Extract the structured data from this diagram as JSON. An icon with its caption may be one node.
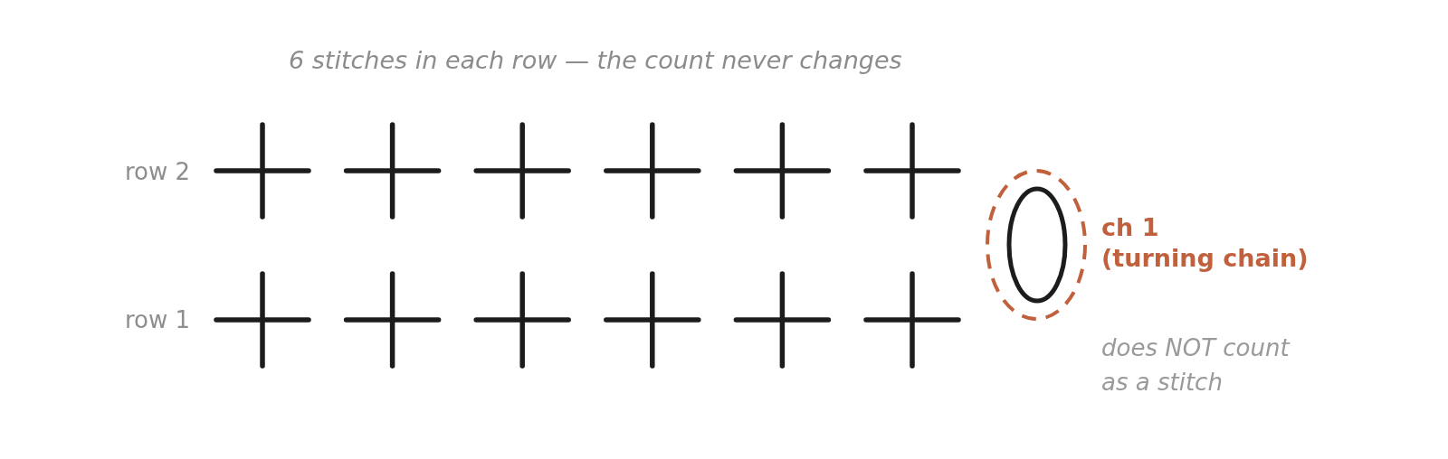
{
  "diagram": {
    "title": "6 stitches in each row — the count never changes",
    "labels": [
      "row 2",
      "ch 1",
      "(turning chain)",
      "row 1",
      "does NOT count as a stitch"
    ]
  }
}
